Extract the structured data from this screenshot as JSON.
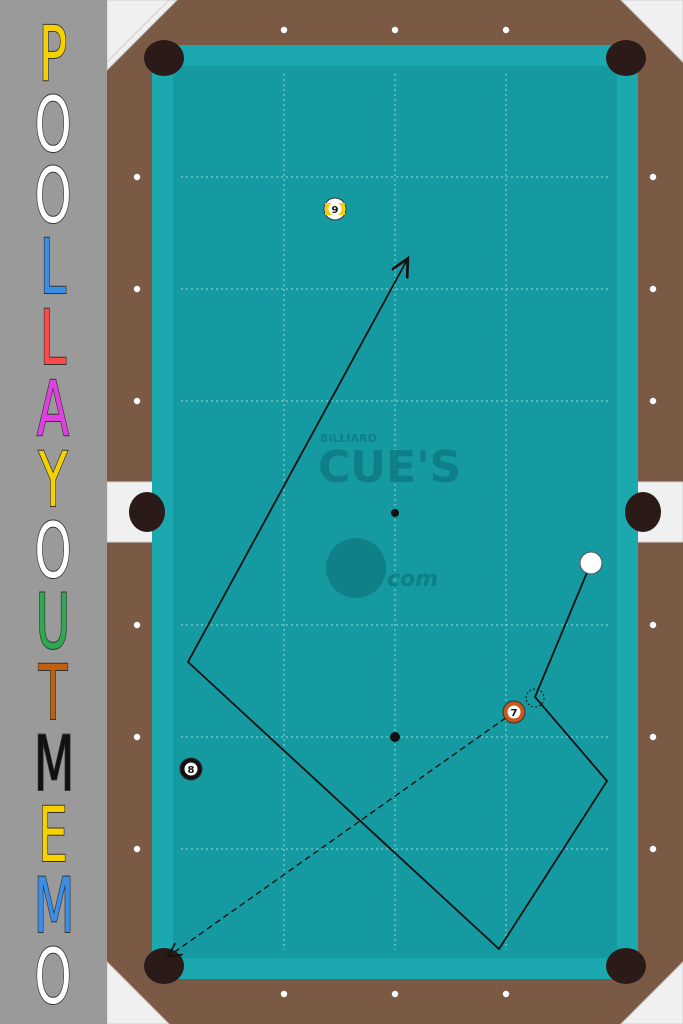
{
  "title_letters": [
    {
      "char": "P",
      "color": "#f5d100"
    },
    {
      "char": "O",
      "color": "#ffffff"
    },
    {
      "char": "O",
      "color": "#ffffff"
    },
    {
      "char": "L",
      "color": "#3a8ee6"
    },
    {
      "char": "L",
      "color": "#ff4a4a"
    },
    {
      "char": "A",
      "color": "#e040e0"
    },
    {
      "char": "Y",
      "color": "#f5d100"
    },
    {
      "char": "O",
      "color": "#ffffff"
    },
    {
      "char": "U",
      "color": "#2fa84f"
    },
    {
      "char": "T",
      "color": "#c06010"
    },
    {
      "char": "M",
      "color": "#111111"
    },
    {
      "char": "E",
      "color": "#f5d100"
    },
    {
      "char": "M",
      "color": "#3a8ee6"
    },
    {
      "char": "O",
      "color": "#ffffff"
    }
  ],
  "colors": {
    "felt": "#149aa0",
    "cushion": "#1ba8ae",
    "rail": "#7a5a45",
    "corner": "#f0f0f0",
    "pocket": "#2a1a18",
    "line": "#111111"
  },
  "balls": [
    {
      "number": "9",
      "kind": "stripe",
      "stripe_color": "#f2cf00"
    },
    {
      "number": "7",
      "kind": "solid",
      "ball_color": "#c8581e"
    },
    {
      "number": "8",
      "kind": "solid",
      "ball_color": "#111111"
    },
    {
      "number": "",
      "kind": "cue",
      "ball_color": "#ffffff"
    }
  ],
  "watermark": {
    "small_text": "BILLIARD",
    "big_text": "CUE'S",
    "com_text": "com"
  }
}
